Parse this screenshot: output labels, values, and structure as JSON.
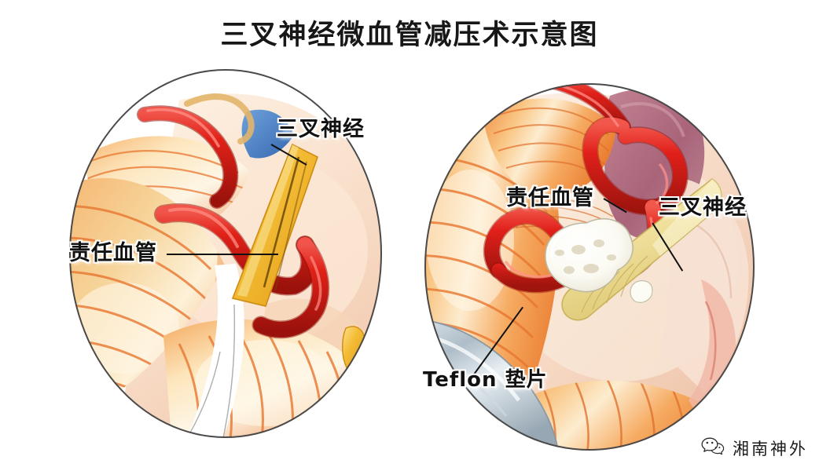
{
  "page": {
    "title": "三叉神经微血管减压术示意图",
    "background_color": "#ffffff"
  },
  "figures": [
    {
      "id": "left",
      "caption_role": "pre-decompression",
      "labels": [
        {
          "name": "trigeminal-nerve",
          "text": "三叉神经"
        },
        {
          "name": "offending-vessel",
          "text": "责任血管"
        }
      ]
    },
    {
      "id": "right",
      "caption_role": "post-decompression",
      "labels": [
        {
          "name": "offending-vessel",
          "text": "责任血管"
        },
        {
          "name": "trigeminal-nerve",
          "text": "三叉神经"
        },
        {
          "name": "teflon-pad",
          "text": "Teflon 垫片"
        }
      ]
    }
  ],
  "watermark": {
    "icon": "wechat-icon",
    "text": "湘南神外"
  },
  "colors": {
    "title_text": "#171717",
    "label_text": "#111111",
    "label_outline": "#ffffff",
    "artery_red": "#e02118",
    "artery_dark": "#a8160f",
    "cerebellum_orange": "#f08a3c",
    "cerebellum_light": "#fbd9a3",
    "nerve_yellow": "#f2b325",
    "nerve_pale": "#f0e3a8",
    "tentorium_blue": "#4a81c4",
    "dura_mauve": "#b0707f",
    "teflon_white": "#fdfdf8",
    "retractor_steel": "#b9c6cf",
    "outline_gray": "#4a4a4a"
  }
}
